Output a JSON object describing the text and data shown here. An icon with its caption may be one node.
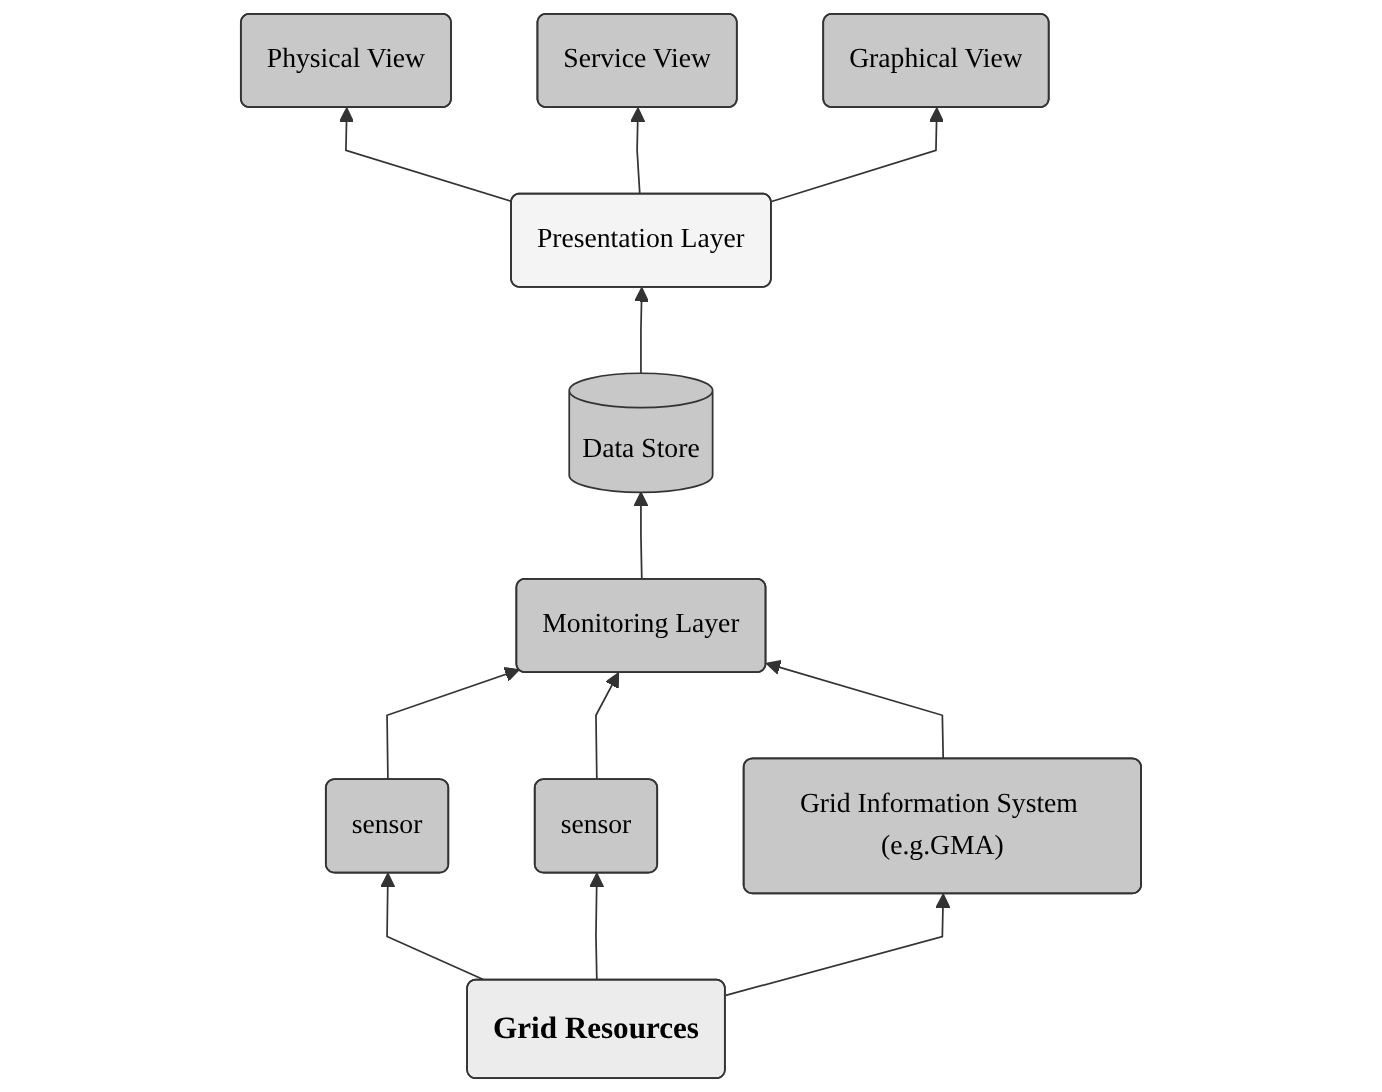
{
  "diagram": {
    "nodes": [
      {
        "text": [
          "Physical View"
        ]
      },
      {
        "text": [
          "Service View"
        ]
      },
      {
        "text": [
          "Graphical View"
        ]
      },
      {
        "text": [
          "Presentation Layer"
        ]
      },
      {
        "text": [
          "Data Store"
        ]
      },
      {
        "text": [
          "Monitoring Layer"
        ]
      },
      {
        "text": [
          "sensor"
        ]
      },
      {
        "text": [
          "sensor"
        ]
      },
      {
        "text": [
          "Grid Information System (e.g.GMA)"
        ]
      },
      {
        "text": [
          "Grid Resources"
        ]
      }
    ],
    "edges": [
      {
        "from": 3,
        "to": 0,
        "arrow": "to"
      },
      {
        "from": 3,
        "to": 1,
        "arrow": "to"
      },
      {
        "from": 3,
        "to": 2,
        "arrow": "to"
      },
      {
        "from": 4,
        "to": 3,
        "arrow": "to"
      },
      {
        "from": 5,
        "to": 4,
        "arrow": "to"
      },
      {
        "from": 6,
        "to": 5,
        "arrow": "to"
      },
      {
        "from": 7,
        "to": 5,
        "arrow": "to"
      },
      {
        "from": 8,
        "to": 5,
        "arrow": "to"
      },
      {
        "from": 9,
        "to": 6,
        "arrow": "to"
      },
      {
        "from": 9,
        "to": 7,
        "arrow": "to"
      },
      {
        "from": 9,
        "to": 8,
        "arrow": "to"
      }
    ]
  }
}
